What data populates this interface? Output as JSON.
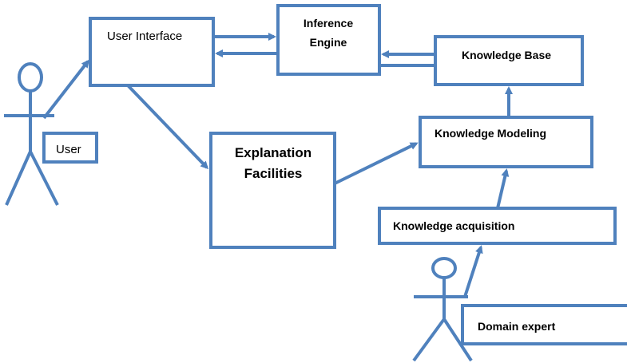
{
  "colors": {
    "stroke": "#4f81bd",
    "text": "#000000",
    "background": "#ffffff"
  },
  "nodes": {
    "user_interface": "User Interface",
    "inference_engine_line1": "Inference",
    "inference_engine_line2": "Engine",
    "knowledge_base": "Knowledge Base",
    "knowledge_modeling": "Knowledge Modeling",
    "explanation_line1": "Explanation",
    "explanation_line2": "Facilities",
    "knowledge_acquisition": "Knowledge acquisition",
    "user": "User",
    "domain_expert": "Domain expert"
  },
  "actors": {
    "user_icon": "stick-figure-icon",
    "expert_icon": "stick-figure-icon"
  }
}
